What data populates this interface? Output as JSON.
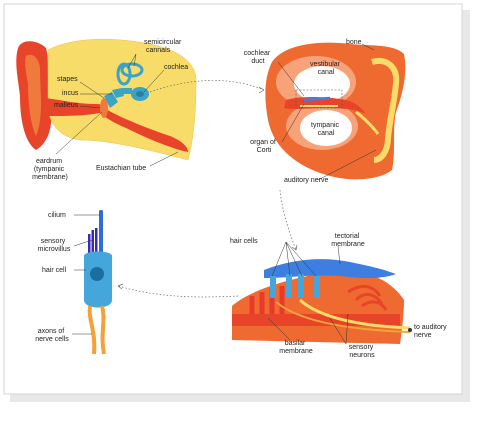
{
  "colors": {
    "ear_red": "#e8442a",
    "ear_orange": "#f07a3c",
    "ear_yellow": "#f8dc6a",
    "inner_blue": "#3aa3c8",
    "hair_blue": "#2c6ed8",
    "cell_blue": "#45a6dc",
    "nerve_orange": "#f3a13a",
    "tectorial_blue": "#3d7ee0",
    "purple": "#3a2bb5"
  },
  "outer_ear": {
    "semicircular_canals": "semicircular\ncannals",
    "cochlea": "cochlea",
    "stapes": "stapes",
    "incus": "incus",
    "malleus": "malleus",
    "eardrum": "eardrum\n(tympanic\nmembrane)",
    "eustachian_tube": "Eustachian tube"
  },
  "cochlea_section": {
    "bone": "bone",
    "cochlear_duct": "cochlear\nduct",
    "vestibular_canal": "vestibular\ncanal",
    "tympanic_canal": "tympanic\ncanal",
    "organ_of_corti": "organ of\nCorti",
    "auditory_nerve": "auditory nerve"
  },
  "hair_cell": {
    "cilium": "cilium",
    "sensory_microvillus": "sensory\nmicrovillus",
    "hair_cell": "hair cell",
    "axons": "axons of\nnerve cells"
  },
  "organ_of_corti": {
    "hair_cells": "hair cells",
    "tectorial_membrane": "tectorial\nmembrane",
    "to_auditory_nerve": "to auditory\nnerve",
    "basilar_membrane": "basilar\nmembrane",
    "sensory_neurons": "sensory\nneurons"
  }
}
